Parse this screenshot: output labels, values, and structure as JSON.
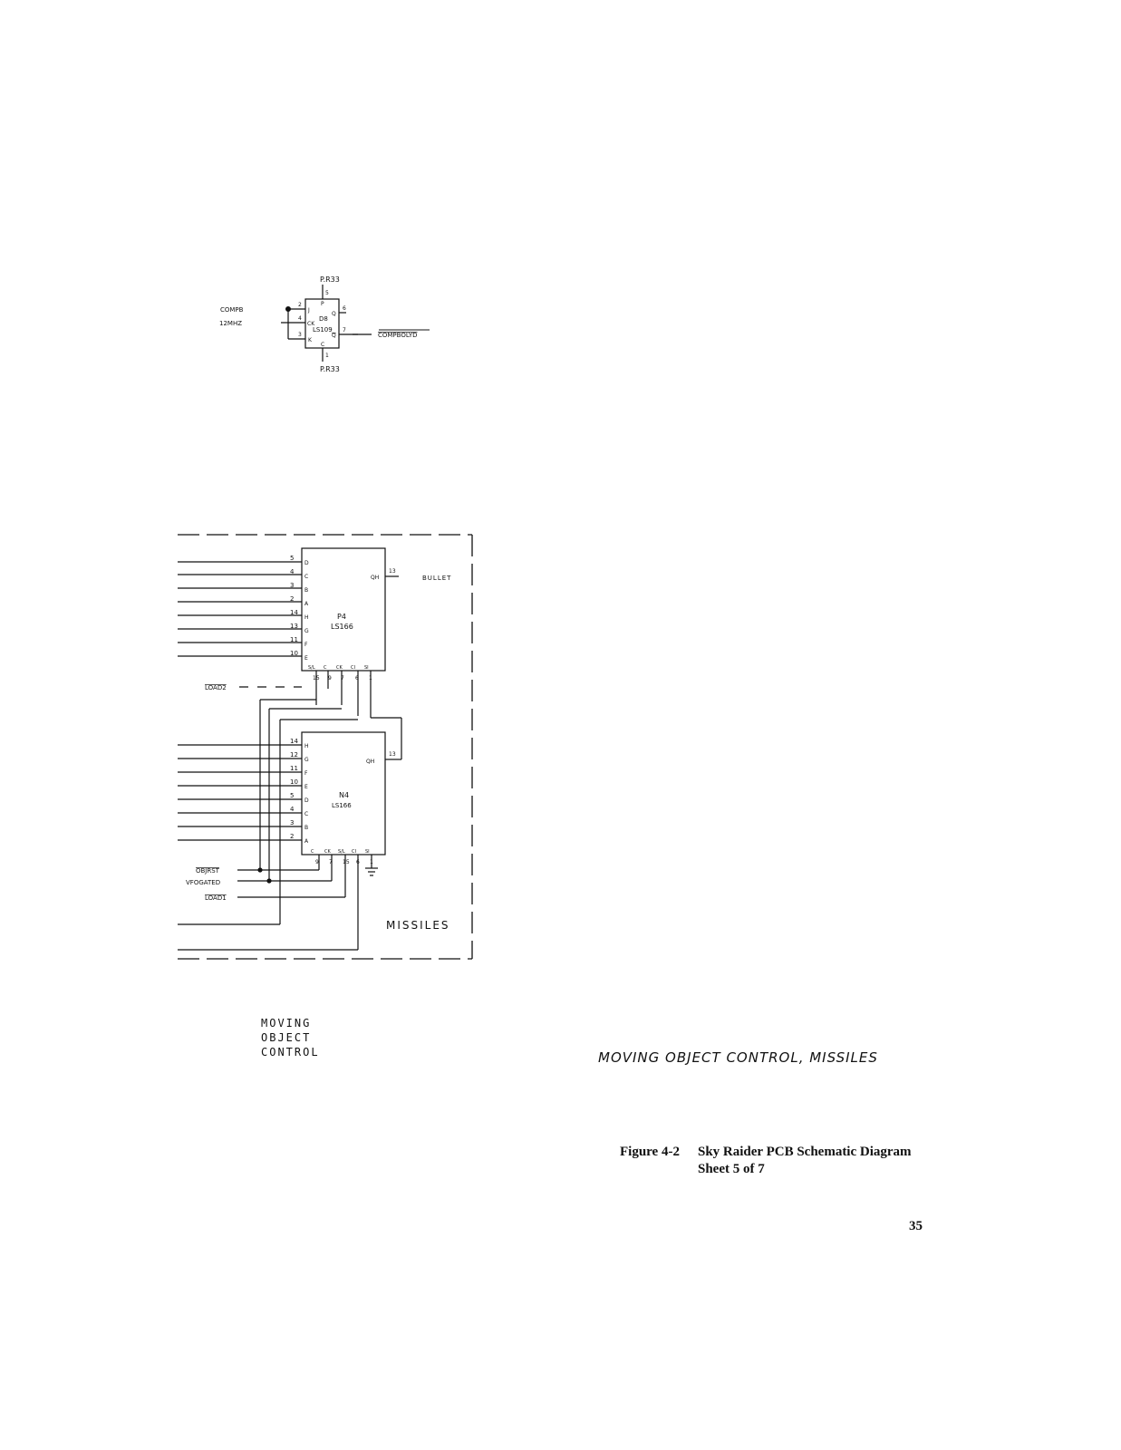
{
  "flipflop": {
    "supply_top": "P.R33",
    "supply_bottom": "P.R33",
    "in_comp": "COMPB",
    "in_clock": "12MHZ",
    "chip_name": "D8",
    "chip_type": "LS109",
    "pin_j": "J",
    "pin_ck": "CK",
    "pin_k": "K",
    "pin_q": "Q",
    "pin_qbar": "Q",
    "pin_p": "P",
    "pin_c": "C",
    "num_j": "2",
    "num_ck": "4",
    "num_k": "3",
    "num_p": "5",
    "num_q": "6",
    "num_qbar": "7",
    "num_c": "1",
    "output": "COMPBOLYD"
  },
  "p4": {
    "name": "P4",
    "type": "LS166",
    "inputs": [
      {
        "pin": "5",
        "label": "D"
      },
      {
        "pin": "4",
        "label": "C"
      },
      {
        "pin": "3",
        "label": "B"
      },
      {
        "pin": "2",
        "label": "A"
      },
      {
        "pin": "14",
        "label": "H"
      },
      {
        "pin": "13",
        "label": "G"
      },
      {
        "pin": "11",
        "label": "F"
      },
      {
        "pin": "10",
        "label": "E"
      }
    ],
    "out_label": "QH",
    "out_pin": "13",
    "out_signal": "BULLET",
    "bottom_labels": [
      "S/L",
      "C",
      "CK",
      "CI",
      "SI"
    ],
    "bottom_pins": [
      "15",
      "9",
      "7",
      "6",
      "1"
    ]
  },
  "n4": {
    "name": "N4",
    "type": "LS166",
    "inputs": [
      {
        "pin": "14",
        "label": "H"
      },
      {
        "pin": "12",
        "label": "G"
      },
      {
        "pin": "11",
        "label": "F"
      },
      {
        "pin": "10",
        "label": "E"
      },
      {
        "pin": "5",
        "label": "D"
      },
      {
        "pin": "4",
        "label": "C"
      },
      {
        "pin": "3",
        "label": "B"
      },
      {
        "pin": "2",
        "label": "A"
      }
    ],
    "out_label": "QH",
    "out_pin": "13",
    "bottom_labels": [
      "C",
      "CK",
      "S/L",
      "CI",
      "SI"
    ],
    "bottom_pins": [
      "9",
      "7",
      "15",
      "6",
      "1"
    ]
  },
  "signals": {
    "load2": "LOAD2",
    "objrst": "OBJRST",
    "vfogated": "VFOGATED",
    "load1": "LOAD1"
  },
  "section_label": "MISSILES",
  "moving_object_control": [
    "MOVING",
    "OBJECT",
    "CONTROL"
  ],
  "handwritten_title": "MOVING OBJECT CONTROL, MISSILES",
  "caption": {
    "figure": "Figure 4-2",
    "title": "Sky Raider PCB Schematic Diagram",
    "sheet": "Sheet 5 of 7"
  },
  "page_number": "35"
}
